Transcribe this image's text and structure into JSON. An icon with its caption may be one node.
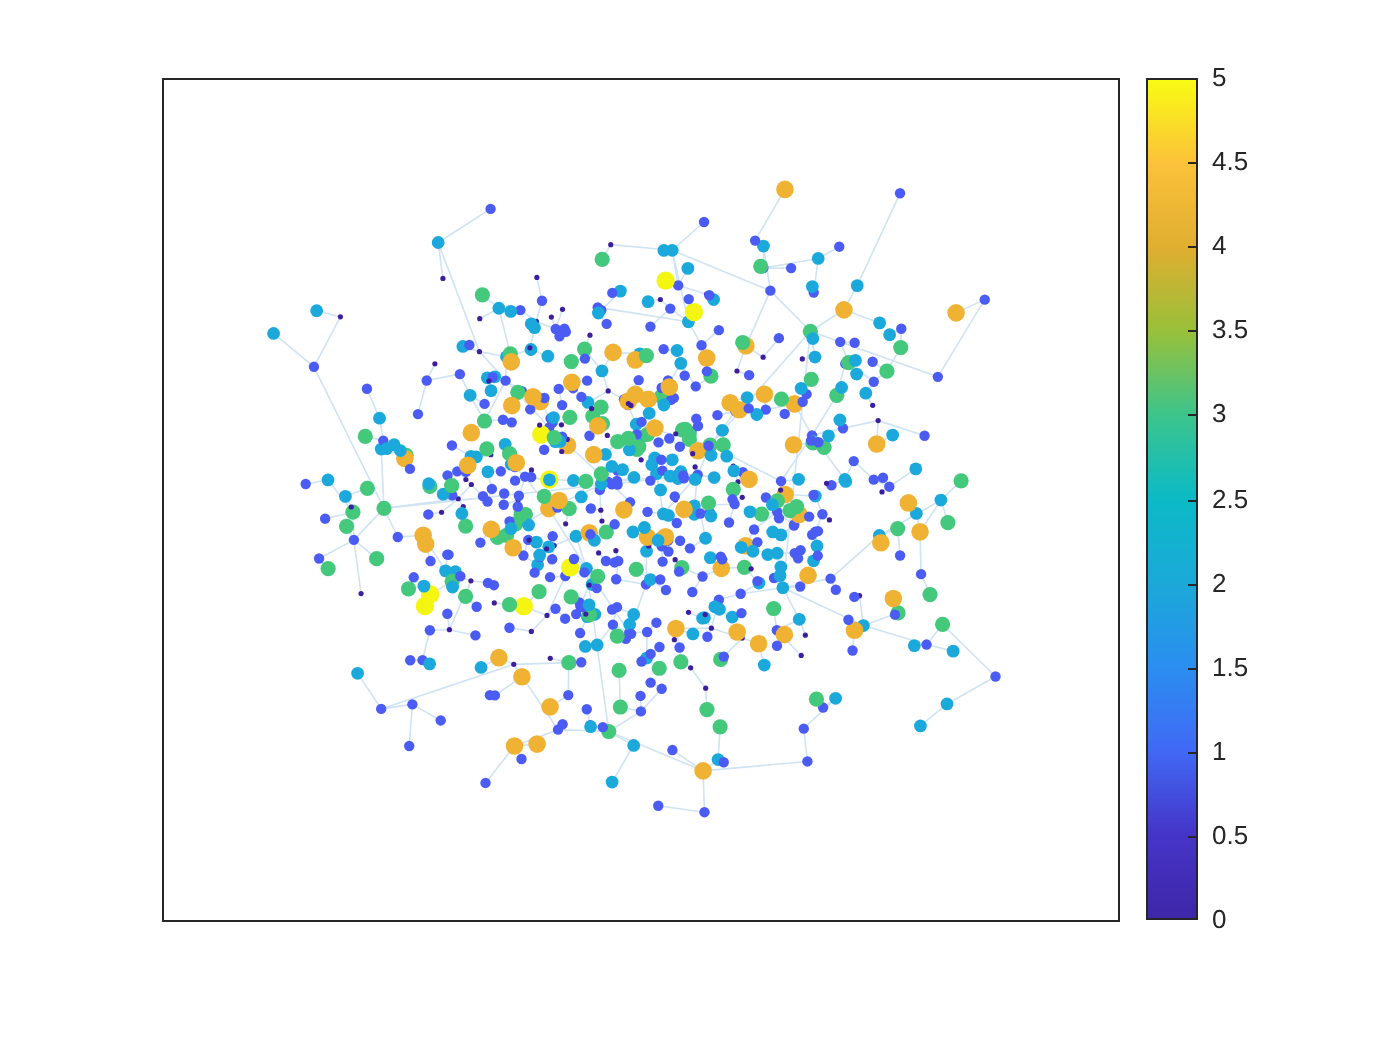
{
  "diagram": {
    "labels": [
      "5",
      "4.5",
      "4",
      "3.5",
      "3",
      "2.5",
      "2",
      "1.5",
      "1",
      "0.5",
      "0"
    ]
  }
}
